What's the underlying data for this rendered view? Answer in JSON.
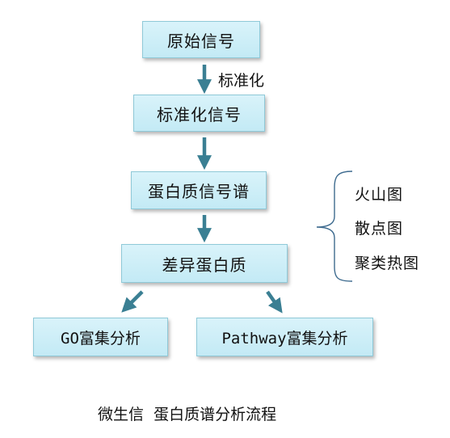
{
  "nodes": {
    "raw_signal": "原始信号",
    "normalized_signal": "标准化信号",
    "protein_spectrum": "蛋白质信号谱",
    "diff_protein": "差异蛋白质",
    "go_enrichment": "GO富集分析",
    "pathway_enrichment": "Pathway富集分析"
  },
  "edges": {
    "normalize_label": "标准化"
  },
  "side_list": {
    "items": [
      "火山图",
      "散点图",
      "聚类热图"
    ]
  },
  "caption": {
    "text": "微生信  蛋白质谱分析流程"
  },
  "colors": {
    "node_fill": "#c9ecf6",
    "node_border": "#8fc9d8",
    "arrow": "#3a7f93",
    "brace": "#3e6b8f"
  }
}
